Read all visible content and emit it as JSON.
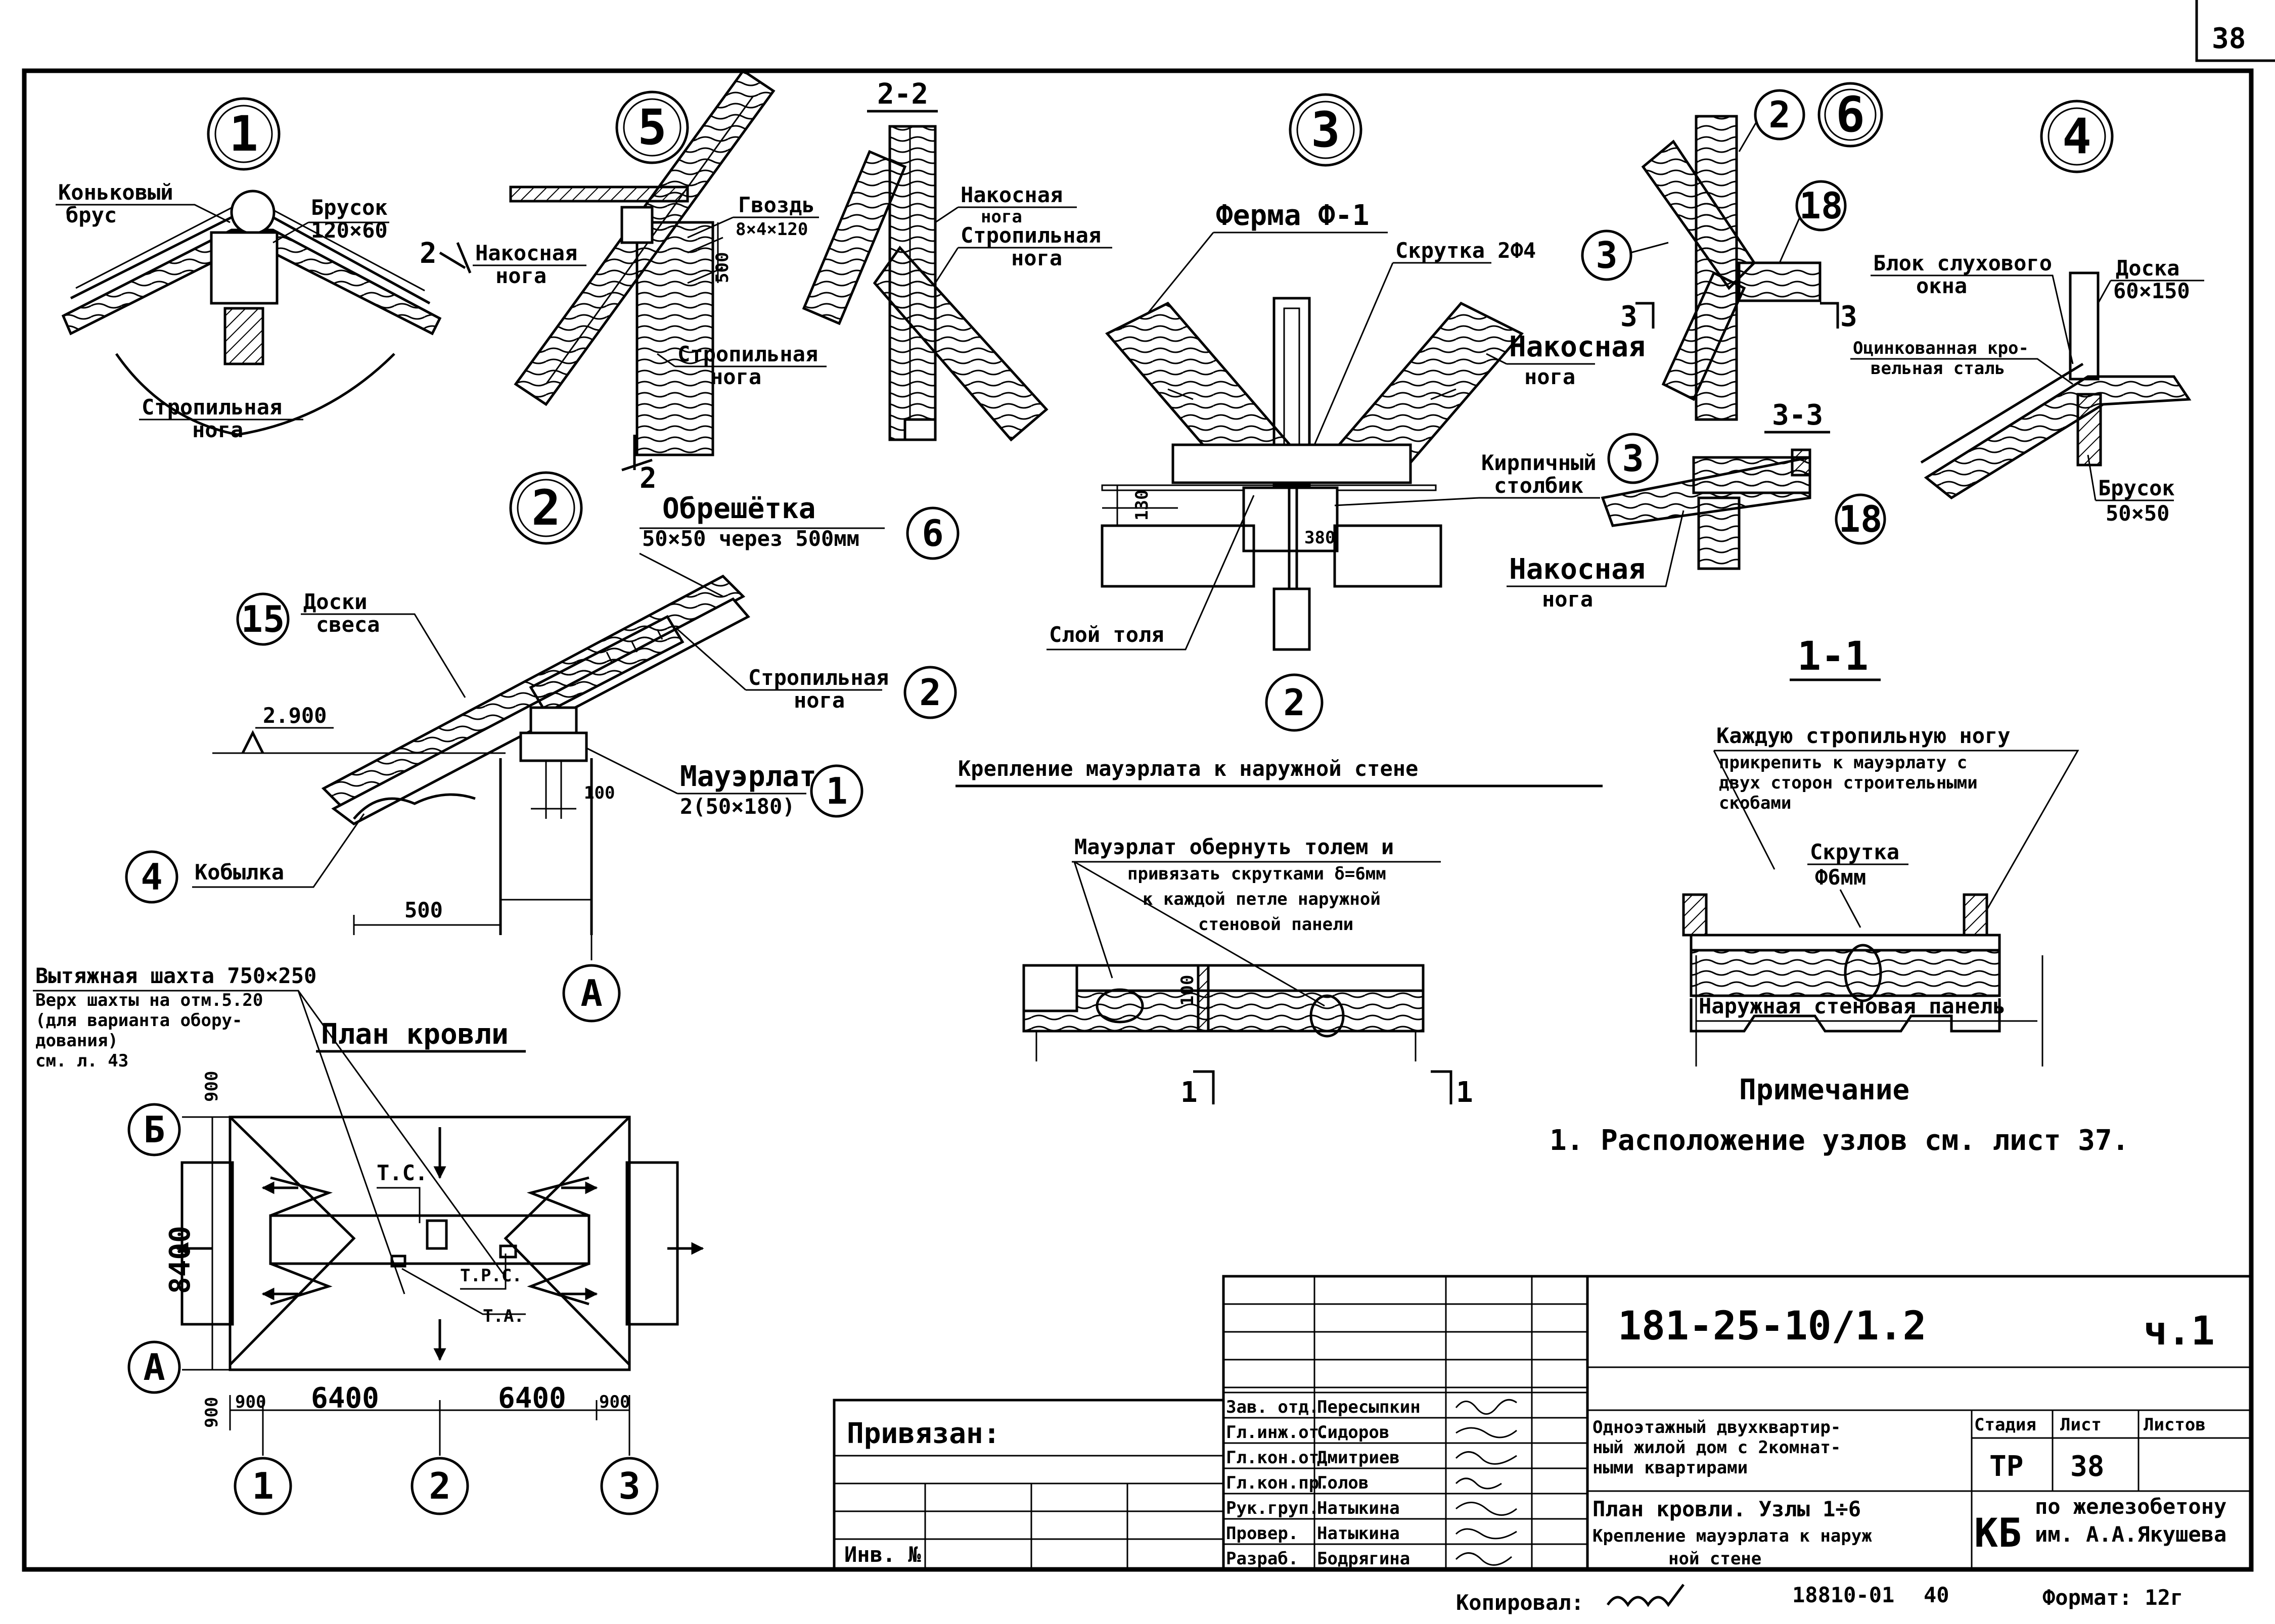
{
  "sheet_number": "38",
  "node_numbers": {
    "n1": "1",
    "n5": "5",
    "n3": "3",
    "n6": "6",
    "n4": "4",
    "n2": "2",
    "s2": "2",
    "s3": "3",
    "s18a": "18",
    "s3b": "3",
    "s18b": "18",
    "c15": "15",
    "c6": "6",
    "c2": "2",
    "c1": "1",
    "c4": "4",
    "axA": "А",
    "axB": "Б",
    "axA2": "А",
    "ax1": "1",
    "ax2": "2",
    "ax3": "3",
    "ax2b": "2"
  },
  "node1": {
    "ridge_beam": [
      "Коньковый",
      "брус"
    ],
    "bar": [
      "Брусок",
      "120×60"
    ],
    "rafter": [
      "Стропильная",
      "нога"
    ]
  },
  "node5": {
    "diag_rafter": [
      "Накосная",
      "нога"
    ],
    "nail": [
      "Гвоздь",
      "8×4×120"
    ],
    "dim500": "500",
    "rafter": [
      "Стропильная",
      "нога"
    ],
    "cut_mark": "2"
  },
  "section22": {
    "title": "2-2",
    "diag_rafter": [
      "Накосная",
      "нога"
    ],
    "rafter": [
      "Стропильная",
      "нога"
    ]
  },
  "node3": {
    "truss": "Ферма Ф-1",
    "twist": "Скрутка 2Ф4",
    "diag_rafter": [
      "Накосная",
      "нога"
    ],
    "brick_col": [
      "Кирпичный",
      "столбик"
    ],
    "dim130": "130",
    "dim380": "380",
    "tar_layer": "Слой толя"
  },
  "node6": {
    "diag_rafter": [
      "Накосная",
      "нога"
    ],
    "cut33": "3-3",
    "cut_mark": "3"
  },
  "node4": {
    "dormer": [
      "Блок слухового",
      "окна"
    ],
    "board": [
      "Доска",
      "60×150"
    ],
    "steel": [
      "Оцинкованная кро-",
      "вельная сталь"
    ],
    "bar": [
      "Брусок",
      "50×50"
    ]
  },
  "node2": {
    "lathing": [
      "Обрешётка",
      "50×50 через 500мм"
    ],
    "eave_boards": [
      "Доски",
      "свеса"
    ],
    "level": "2.900",
    "rafter": [
      "Стропильная",
      "нога"
    ],
    "mauerlat": [
      "Мауэрлат",
      "2(50×180)"
    ],
    "dim100": "100",
    "dim500": "500",
    "kobylka": "Кобылка"
  },
  "mauerlat_detail": {
    "title": "Крепление мауэрлата к наружной стене",
    "note": [
      "Мауэрлат обернуть толем и",
      "привязать скрутками δ=6мм",
      "к каждой петле наружной",
      "стеновой панели"
    ],
    "dim100": "100",
    "cut_mark": "1"
  },
  "section11": {
    "title": "1-1",
    "note": [
      "Каждую стропильную ногу",
      "прикрепить к мауэрлату с",
      "двух сторон строительными",
      "скобами"
    ],
    "twist": [
      "Скрутка",
      "Ф6мм"
    ],
    "panel": "Наружная стеновая панель"
  },
  "roof_plan": {
    "title": "План кровли",
    "shaft_note": [
      "Вытяжная шахта 750×250",
      "Верх шахты на отм.5.20",
      "(для варианта обору-",
      "дования)",
      "см. л. 43"
    ],
    "ts": "Т.С.",
    "trs": "Т.Р.С.",
    "ta": "Т.А.",
    "dim900a": "900",
    "dim8400": "8400",
    "dim900b": "900",
    "dim900c": "900",
    "dim6400a": "6400",
    "dim6400b": "6400",
    "dim900d": "900"
  },
  "note": {
    "title": "Примечание",
    "text": "1. Расположение узлов см. лист 37."
  },
  "stamp": {
    "bound": "Привязан:",
    "inv": "Инв. №",
    "doc_code": "181-25-10/1.2",
    "part": "ч.1",
    "staff": [
      {
        "role": "Зав. отд.",
        "name": "Пересыпкин"
      },
      {
        "role": "Гл.инж.от.",
        "name": "Сидоров"
      },
      {
        "role": "Гл.кон.от.",
        "name": "Дмитриев"
      },
      {
        "role": "Гл.кон.пр.",
        "name": "Голов"
      },
      {
        "role": "Рук.груп.",
        "name": "Натыкина"
      },
      {
        "role": "Провер.",
        "name": "Натыкина"
      },
      {
        "role": "Разраб.",
        "name": "Бодрягина"
      }
    ],
    "project_title": [
      "Одноэтажный двухквартир-",
      "ный жилой дом с 2комнат-",
      "ными квартирами"
    ],
    "sheet_title": [
      "План кровли. Узлы 1÷6",
      "Крепление мауэрлата к наруж",
      "ной стене"
    ],
    "stage_h": "Стадия",
    "sheet_h": "Лист",
    "sheets_h": "Листов",
    "stage": "ТР",
    "sheet": "38",
    "org_mark": "КБ",
    "org": [
      "по железобетону",
      "им. А.А.Якушева"
    ]
  },
  "footer": {
    "copied": "Копировал:",
    "order": "18810-01",
    "num": "40",
    "format": "Формат: 12г"
  }
}
